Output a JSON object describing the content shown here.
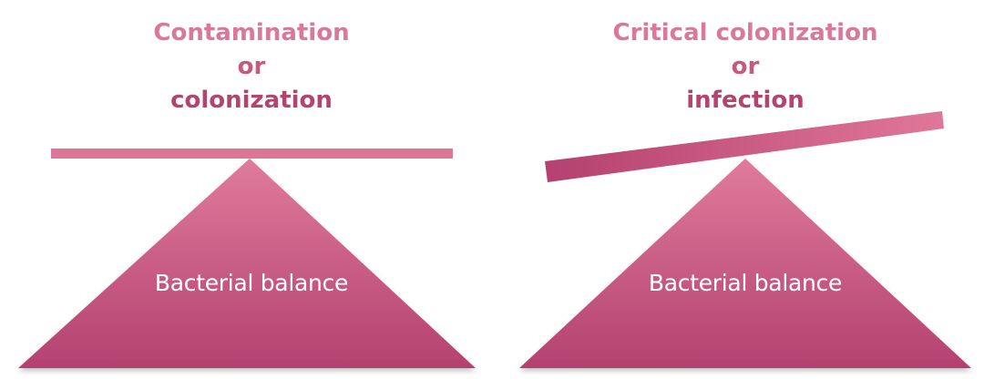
{
  "colors": {
    "heading_light": "#d9789a",
    "heading_dark": "#b2456f",
    "triangle_top": "#de7899",
    "triangle_bottom": "#b3416f",
    "beam": "#dd7597",
    "beam_dark": "#b4416f"
  },
  "panels": [
    {
      "heading": [
        "Contamination",
        "or",
        "colonization"
      ],
      "label": "Bacterial balance",
      "state": "balanced"
    },
    {
      "heading": [
        "Critical colonization",
        "or",
        "infection"
      ],
      "label": "Bacterial balance",
      "state": "tilted"
    }
  ]
}
